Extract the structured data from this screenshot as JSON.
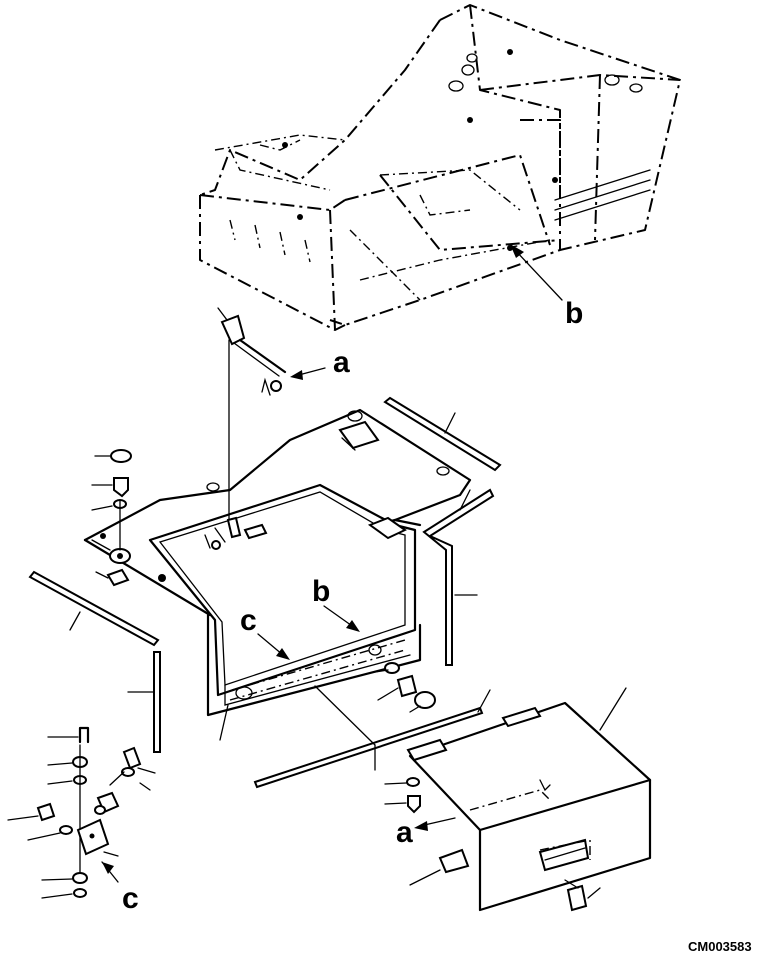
{
  "drawing": {
    "code": "CM003583",
    "callouts": {
      "a_upper": "a",
      "a_lower": "a",
      "b_upper": "b",
      "b_lower": "b",
      "c_main": "c",
      "c_lower": "c"
    }
  }
}
